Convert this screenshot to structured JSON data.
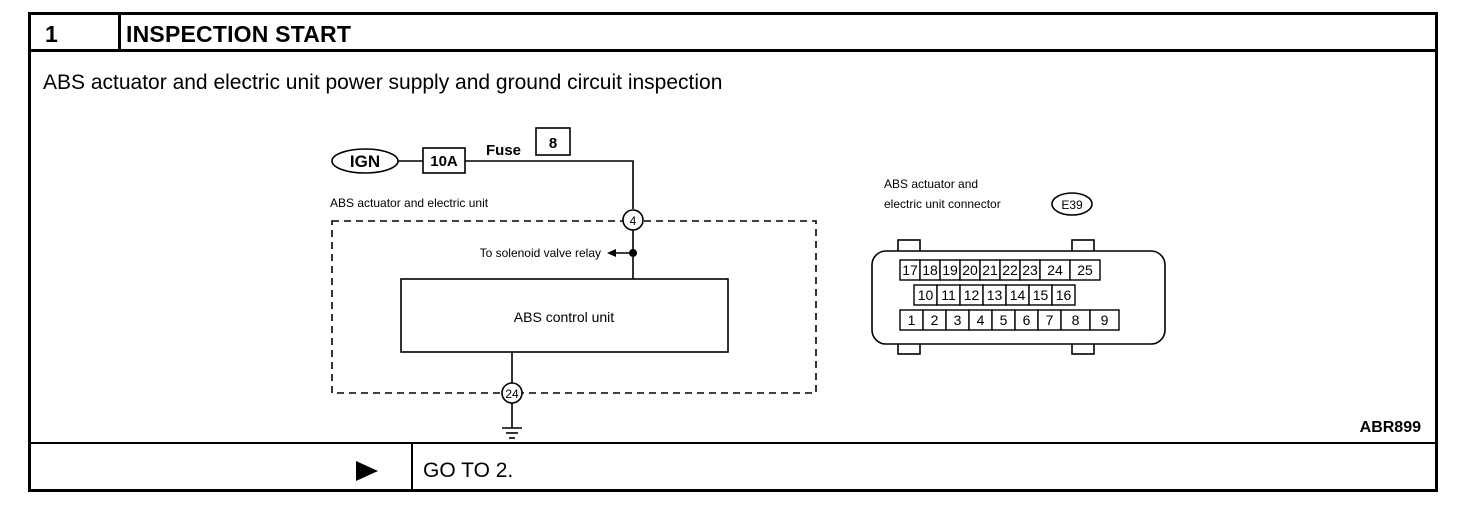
{
  "header": {
    "step_number": "1",
    "title": "INSPECTION START"
  },
  "description": "ABS actuator and electric unit power supply and ground circuit inspection",
  "diagram": {
    "ign_label": "IGN",
    "fuse_rating": "10A",
    "fuse_label": "Fuse",
    "fuse_number": "8",
    "unit_label": "ABS actuator and electric unit",
    "terminal_power": "4",
    "terminal_ground": "24",
    "relay_label": "To solenoid valve relay",
    "control_unit_label": "ABS control unit",
    "connector_title_line1": "ABS actuator and",
    "connector_title_line2": "electric unit connector",
    "connector_id": "E39",
    "pins_top": [
      "17",
      "18",
      "19",
      "20",
      "21",
      "22",
      "23",
      "24",
      "25"
    ],
    "pins_middle": [
      "10",
      "11",
      "12",
      "13",
      "14",
      "15",
      "16"
    ],
    "pins_bottom": [
      "1",
      "2",
      "3",
      "4",
      "5",
      "6",
      "7",
      "8",
      "9"
    ],
    "figure_code": "ABR899"
  },
  "footer": {
    "action_text": "GO TO 2."
  }
}
